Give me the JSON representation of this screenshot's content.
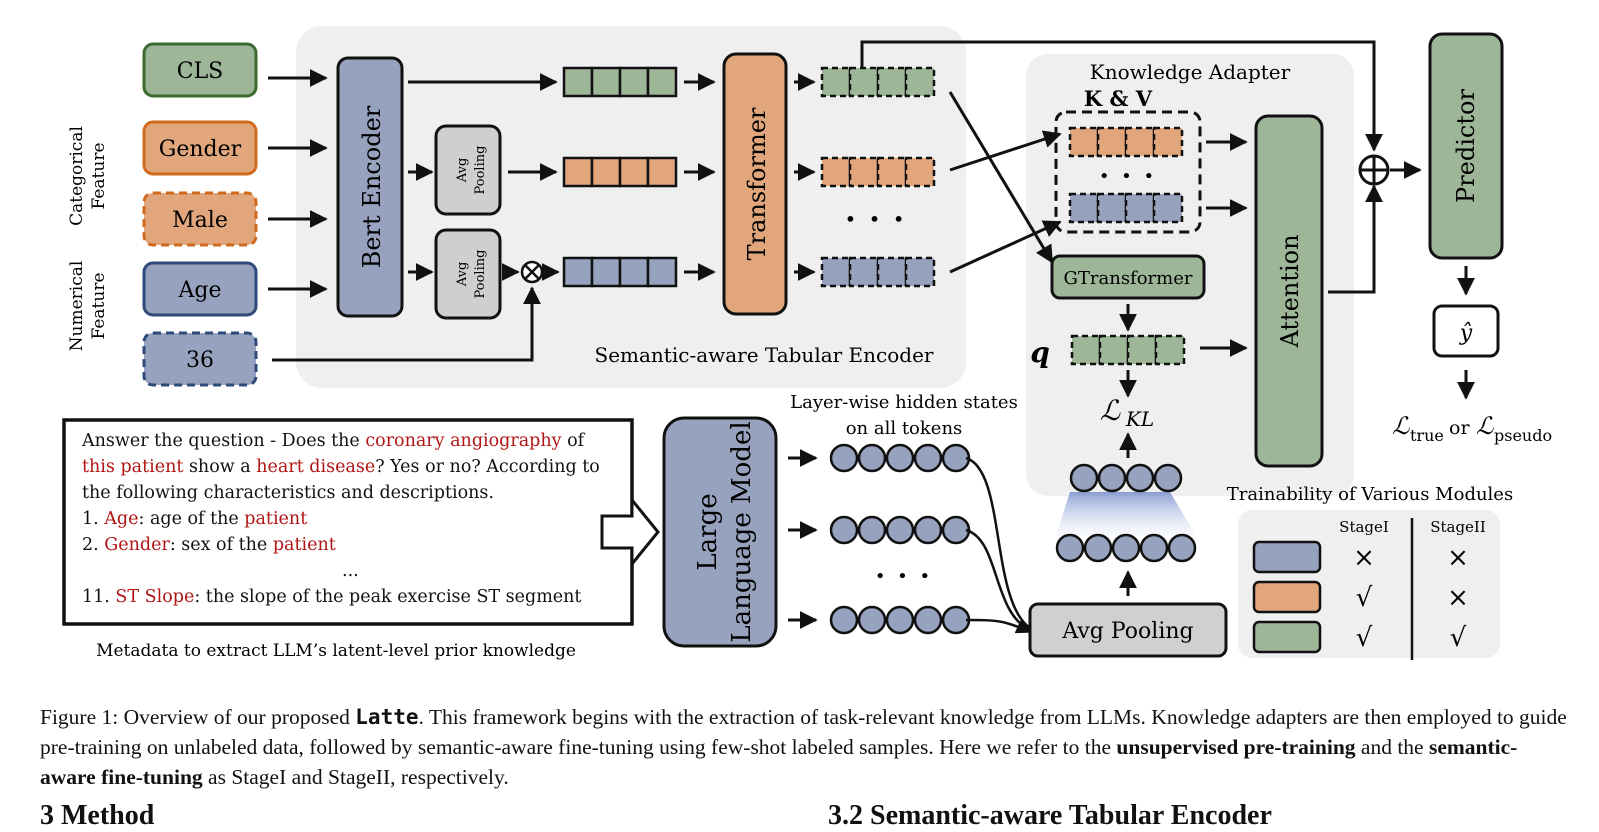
{
  "figure": {
    "inputs": {
      "cls": "CLS",
      "gender": "Gender",
      "male": "Male",
      "age": "Age",
      "num_value": "36",
      "categorical_label_1": "Categorical",
      "categorical_label_2": "Feature",
      "numerical_label_1": "Numerical",
      "numerical_label_2": "Feature"
    },
    "encoder": {
      "bert": "Bert Encoder",
      "avg_pool_1": "Avg",
      "avg_pool_2": "Pooling",
      "transformer": "Transformer",
      "ellipsis": "• • •",
      "title": "Semantic-aware Tabular Encoder"
    },
    "adapter": {
      "title": "Knowledge Adapter",
      "kv": "K & V",
      "gtransformer": "GTransformer",
      "q": "q",
      "loss_kl": "ℒ",
      "loss_kl_sub": "KL",
      "attention": "Attention"
    },
    "predictor": {
      "label": "Predictor",
      "yhat": "ŷ",
      "loss_true_main": "ℒ",
      "loss_true_sub": "true",
      "or": "or",
      "loss_pseudo_main": "ℒ",
      "loss_pseudo_sub": "pseudo"
    },
    "prompt": {
      "lines": [
        [
          {
            "t": "Answer the question - Does the ",
            "c": "n"
          },
          {
            "t": "coronary angiography",
            "c": "r"
          },
          {
            "t": " of",
            "c": "n"
          }
        ],
        [
          {
            "t": "this patient",
            "c": "r"
          },
          {
            "t": " show a ",
            "c": "n"
          },
          {
            "t": "heart disease",
            "c": "r"
          },
          {
            "t": "? Yes or no? According to",
            "c": "n"
          }
        ],
        [
          {
            "t": "the following characteristics and descriptions.",
            "c": "n"
          }
        ],
        [
          {
            "t": "1.",
            "c": "n"
          },
          {
            "t": "   ",
            "c": "n"
          },
          {
            "t": "Age",
            "c": "r"
          },
          {
            "t": ": age of the ",
            "c": "n"
          },
          {
            "t": "patient",
            "c": "r"
          }
        ],
        [
          {
            "t": "2.",
            "c": "n"
          },
          {
            "t": "   ",
            "c": "n"
          },
          {
            "t": "Gender",
            "c": "r"
          },
          {
            "t": ": sex of the ",
            "c": "n"
          },
          {
            "t": "patient",
            "c": "r"
          }
        ],
        [
          {
            "t": "...",
            "c": "n"
          }
        ],
        [
          {
            "t": "11.",
            "c": "n"
          },
          {
            "t": " ",
            "c": "n"
          },
          {
            "t": "ST Slope",
            "c": "r"
          },
          {
            "t": ": the slope of the peak exercise ST segment",
            "c": "n"
          }
        ]
      ],
      "metadata_caption": "Metadata to extract LLM’s latent-level prior knowledge"
    },
    "llm": {
      "line1": "Large",
      "line2": "Language Model",
      "hidden_1": "Layer-wise hidden states",
      "hidden_2": "on all tokens",
      "ellipsis": "• • •",
      "avg_pooling": "Avg Pooling"
    },
    "trainability": {
      "title": "Trainability of Various Modules",
      "stage1": "StageI",
      "stage2": "StageII",
      "rows": [
        {
          "color": "#97a3be",
          "s1": "×",
          "s2": "×"
        },
        {
          "color": "#e2a67c",
          "s1": "√",
          "s2": "×"
        },
        {
          "color": "#9eb698",
          "s1": "√",
          "s2": "√"
        }
      ]
    }
  },
  "caption": {
    "prefix": "Figure 1: Overview of our proposed ",
    "name": "Latte",
    "text1": ". This framework begins with the extraction of task-relevant knowledge from LLMs. Knowledge adapters are then employed to guide pre-training on unlabeled data, followed by semantic-aware fine-tuning using few-shot labeled samples. Here we refer to the ",
    "bold1": "unsupervised pre-training",
    "text2": " and the ",
    "bold2": "semantic-aware fine-tuning",
    "text3": " as StageI and StageII, respectively."
  },
  "headings": {
    "left": "3    Method",
    "right": "3.2    Semantic-aware Tabular Encoder"
  },
  "colors": {
    "green_fill": "#9eb698",
    "green_stroke": "#3a6a2e",
    "orange_fill": "#e2a67c",
    "orange_stroke": "#d06a1e",
    "blue_fill": "#97a3be",
    "blue_stroke": "#2e4a7a",
    "red_text": "#b01515",
    "panel": "#efefef"
  }
}
